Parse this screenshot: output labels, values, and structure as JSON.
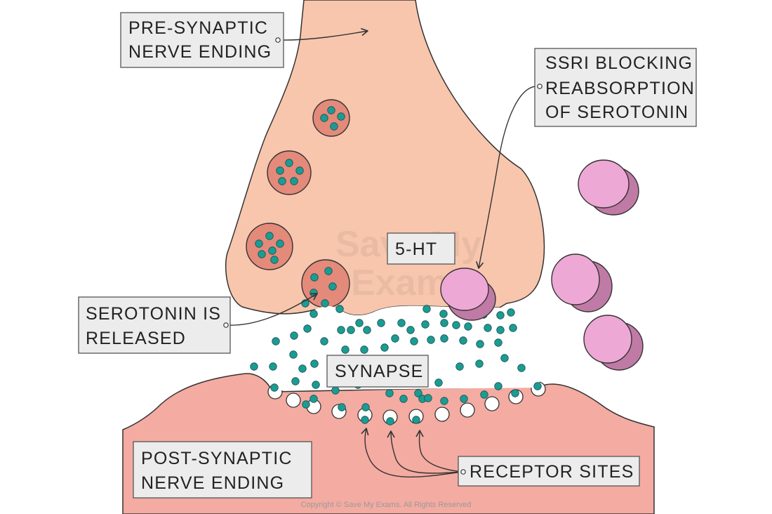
{
  "labels": {
    "pre_synaptic": [
      "PRE-SYNAPTIC",
      "NERVE ENDING"
    ],
    "ssri": [
      "SSRI BLOCKING",
      "REABSORPTION",
      "OF SEROTONIN"
    ],
    "five_ht": "5-HT",
    "serotonin_released": [
      "SEROTONIN IS",
      "RELEASED"
    ],
    "synapse": "SYNAPSE",
    "post_synaptic": [
      "POST-SYNAPTIC",
      "NERVE ENDING"
    ],
    "receptor_sites": "RECEPTOR SITES"
  },
  "watermark": [
    "Save My",
    "Exams"
  ],
  "copyright": "Copyright © Save My Exams. All Rights Reserved",
  "colors": {
    "pre_synaptic_fill": "#f8c6ad",
    "post_synaptic_fill": "#f4aba1",
    "vesicle_fill": "#e38a7b",
    "serotonin_dot": "#1a9c94",
    "transporter_front": "#eea8d5",
    "transporter_back": "#c07aa6",
    "outline": "#333333"
  }
}
